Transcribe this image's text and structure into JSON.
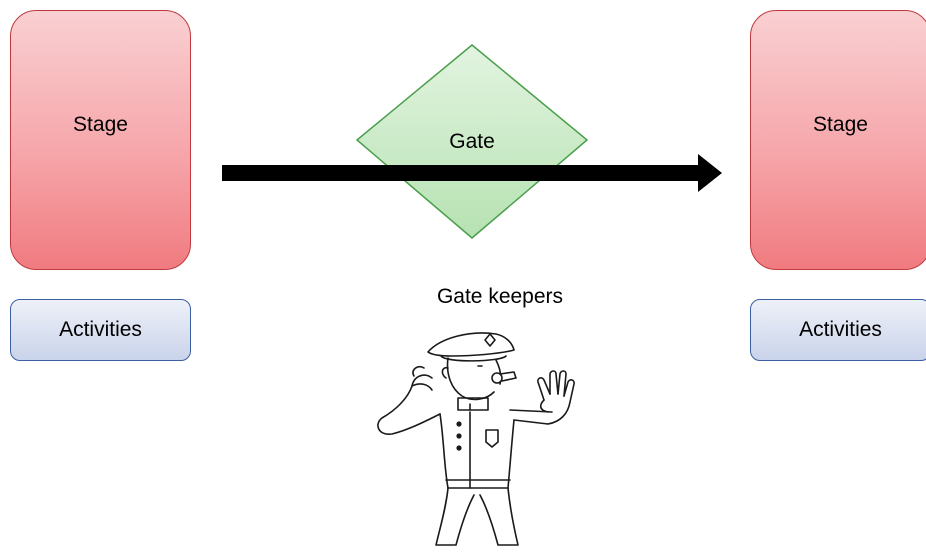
{
  "left_stage": {
    "label": "Stage",
    "activities_label": "Activities"
  },
  "right_stage": {
    "label": "Stage",
    "activities_label": "Activities"
  },
  "gate": {
    "label": "Gate"
  },
  "gate_keepers": {
    "label": "Gate keepers",
    "illustration": "police-officer-icon"
  },
  "colors": {
    "stage_fill": "#f6a6aa",
    "stage_border": "#c0393f",
    "activities_fill": "#d5ddee",
    "activities_border": "#3b5fa3",
    "gate_fill": "#cdeccb",
    "gate_border": "#4a9e4a",
    "arrow": "#000000"
  }
}
